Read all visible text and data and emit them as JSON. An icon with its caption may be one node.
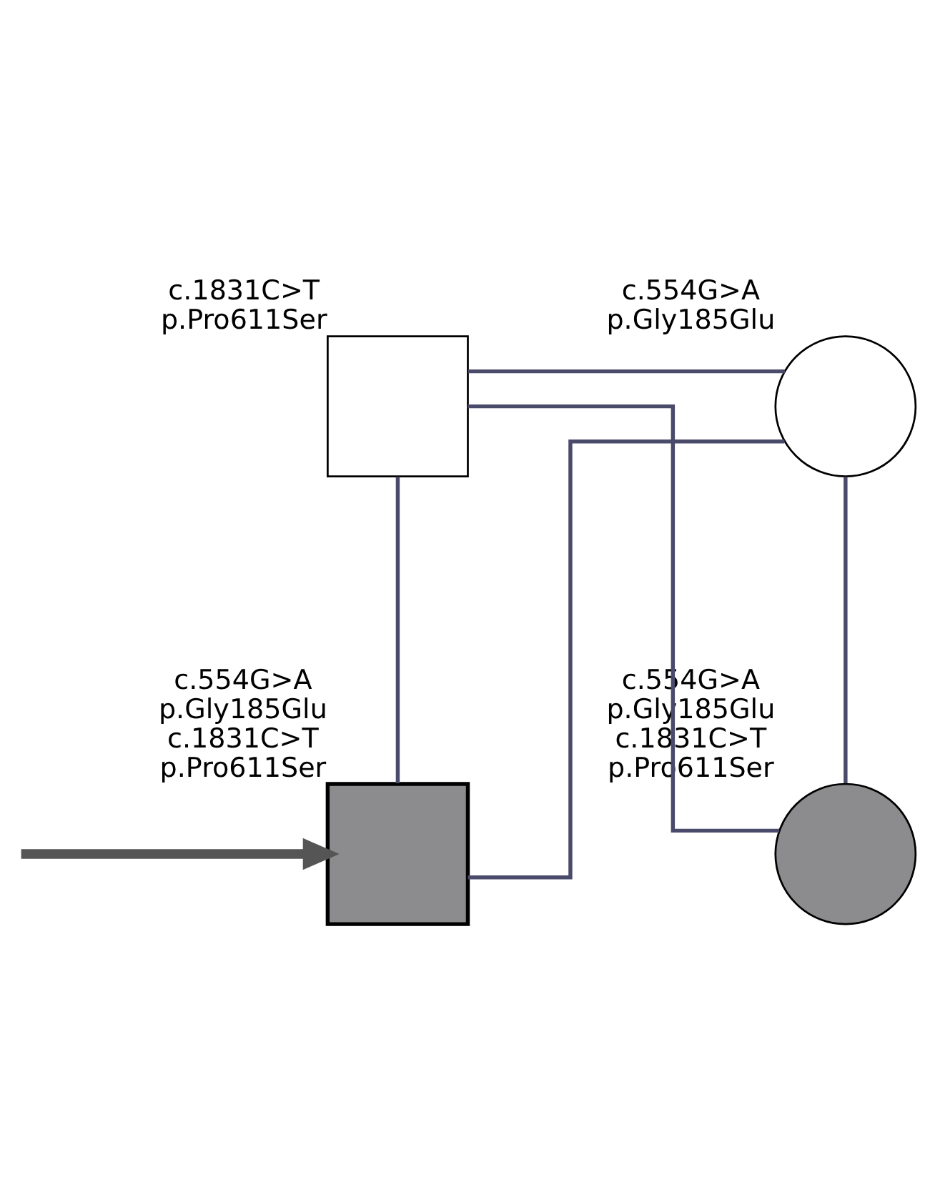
{
  "diagram": {
    "nodes": [
      {
        "text": [],
        "shape": "box",
        "beside": [
          "c.1831C>T",
          "p.Pro611Ser"
        ]
      },
      {
        "text": [],
        "shape": "circle",
        "beside": [
          "c.554G>A",
          "p.Gly185Glu"
        ]
      },
      {
        "text": [],
        "shape": "box",
        "beside": [
          "c.554G>A",
          "p.Gly185Glu",
          "c.1831C>T",
          "p.Pro611Ser"
        ]
      },
      {
        "text": [],
        "shape": "circle",
        "beside": [
          "c.554G>A",
          "p.Gly185Glu",
          "c.1831C>T",
          "p.Pro611Ser"
        ]
      }
    ],
    "edges": [
      {
        "from": 0,
        "to": 1,
        "arrow": "none"
      },
      {
        "from": 0,
        "to": 2,
        "arrow": "none"
      },
      {
        "from": 0,
        "to": 3,
        "arrow": "none"
      },
      {
        "from": 1,
        "to": 2,
        "arrow": "none"
      },
      {
        "from": 1,
        "to": 3,
        "arrow": "none"
      },
      {
        "from": null,
        "to": 2,
        "arrow": "to",
        "style": "thick",
        "color": "#555555"
      }
    ]
  }
}
